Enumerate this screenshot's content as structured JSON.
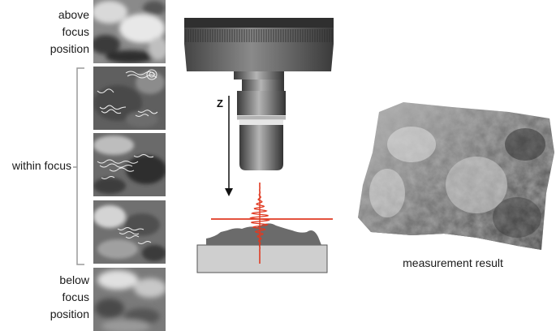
{
  "labels": {
    "above": [
      "above",
      "focus",
      "position"
    ],
    "within": "within focus",
    "below": [
      "below",
      "focus",
      "position"
    ],
    "z_axis": "Z",
    "result": "measurement result"
  },
  "colors": {
    "signal": "#e03a22",
    "sample_surface": "#6b6b6b",
    "stage": "#cfcfcf",
    "bracket": "#9a9a9a",
    "objective_dark": "#3c3c3c",
    "objective_light": "#a8a8a8"
  },
  "images": [
    {
      "name": "image-above-focus",
      "pattern": "blurred"
    },
    {
      "name": "image-within-focus-1",
      "pattern": "fringes"
    },
    {
      "name": "image-within-focus-2",
      "pattern": "fringes"
    },
    {
      "name": "image-within-focus-3",
      "pattern": "fringes"
    },
    {
      "name": "image-below-focus",
      "pattern": "blurred"
    }
  ]
}
